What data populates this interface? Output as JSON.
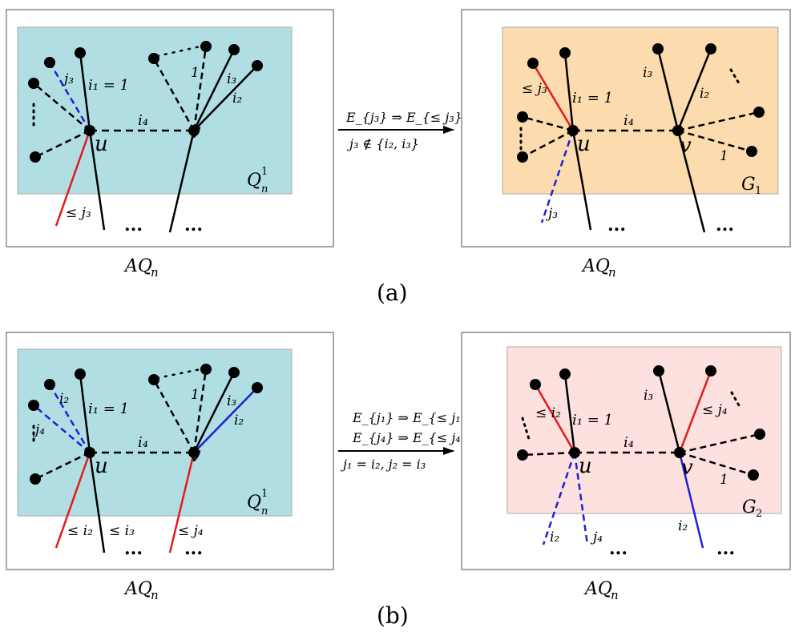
{
  "colors": {
    "teal_region": "#b0dee3",
    "orange_region": "#fcdcae",
    "pink_region": "#fde1df",
    "red_edge": "#e41a1c",
    "blue_edge": "#1f1fd8",
    "black": "#000000"
  },
  "panel_a": {
    "caption": "(a)",
    "left": {
      "frame_label": "AQ",
      "frame_sub": "n",
      "region_label": "Q",
      "region_sub": "n",
      "region_sup": "1",
      "vertex_u": "u",
      "vertex_v": "v",
      "edge_i1": "i₁ = 1",
      "edge_i4": "i₄",
      "edge_j3": "j₃",
      "edge_i3": "i₃",
      "edge_i2": "i₂",
      "edge_1": "1",
      "edge_le_j3": "≤ j₃",
      "ellipsis_u": "...",
      "ellipsis_v": "..."
    },
    "arrow": {
      "top_label": "E_{j₃} ⇒ E_{≤ j₃}",
      "bottom_label": "j₃ ∉ {i₂, i₃}"
    },
    "right": {
      "frame_label": "AQ",
      "frame_sub": "n",
      "region_label": "G",
      "region_sub": "1",
      "vertex_u": "u",
      "vertex_v": "v",
      "edge_i1": "i₁ = 1",
      "edge_i4": "i₄",
      "edge_le_j3": "≤ j₃",
      "edge_i3": "i₃",
      "edge_i2": "i₂",
      "edge_1": "1",
      "edge_j3": "j₃",
      "ellipsis_u": "...",
      "ellipsis_v": "..."
    }
  },
  "panel_b": {
    "caption": "(b)",
    "left": {
      "frame_label": "AQ",
      "frame_sub": "n",
      "region_label": "Q",
      "region_sub": "n",
      "region_sup": "1",
      "vertex_u": "u",
      "vertex_v": "v",
      "edge_i1": "i₁ = 1",
      "edge_i4": "i₄",
      "edge_i2_u": "i₂",
      "edge_j4_u": "j₄",
      "edge_i3": "i₃",
      "edge_i2_v": "i₂",
      "edge_1": "1",
      "edge_le_i2": "≤ i₂",
      "edge_le_i3": "≤ i₃",
      "edge_le_j4": "≤ j₄",
      "ellipsis_u": "...",
      "ellipsis_v": "..."
    },
    "arrow": {
      "line1": "E_{j₁} ⇒ E_{≤ j₁}",
      "line2": "E_{j₄} ⇒ E_{≤ j₄}",
      "line3": "j₁ = i₂, j₂ = i₃"
    },
    "right": {
      "frame_label": "AQ",
      "frame_sub": "n",
      "region_label": "G",
      "region_sub": "2",
      "vertex_u": "u",
      "vertex_v": "v",
      "edge_i1": "i₁ = 1",
      "edge_i4": "i₄",
      "edge_le_i2": "≤ i₂",
      "edge_i3": "i₃",
      "edge_le_j4": "≤ j₄",
      "edge_1": "1",
      "edge_i2_bl": "i₂",
      "edge_j4_bl": "j₄",
      "edge_i2_v": "i₂",
      "ellipsis_u": "...",
      "ellipsis_v": "..."
    }
  }
}
